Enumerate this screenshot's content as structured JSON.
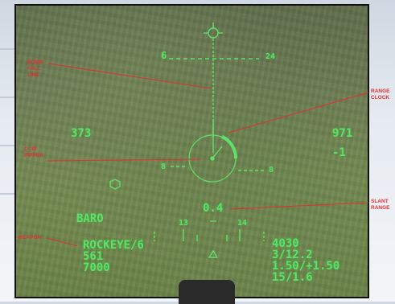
{
  "hud": {
    "heading_left": "6",
    "heading_right": "24",
    "left_number": "373",
    "right_number": "971",
    "right_minus": "-1",
    "pipper_left": "8",
    "pipper_right": "8",
    "slant_range": "0.4",
    "mode": "BARO",
    "weapon_name": "ROCKEYE/6",
    "weapon_line2": "561",
    "weapon_line3": "7000",
    "ladder_13": "13",
    "ladder_14": "14",
    "right_block_1": "4030",
    "right_block_2": "3/12.2",
    "right_block_3": "1.50/+1.50",
    "right_block_4": "15/1.6"
  },
  "annotations": {
    "bomb_fall_line": "BOMB\nFALL\nLINE",
    "ccip_pipper": "CCIP\nPIPPER",
    "weapon": "WEAPON",
    "range_clock": "RANGE\nCLOCK",
    "slant_range": "SLANT\nRANGE"
  },
  "colors": {
    "hud_green": "#5fe06a",
    "annotation_red": "#e03030"
  }
}
